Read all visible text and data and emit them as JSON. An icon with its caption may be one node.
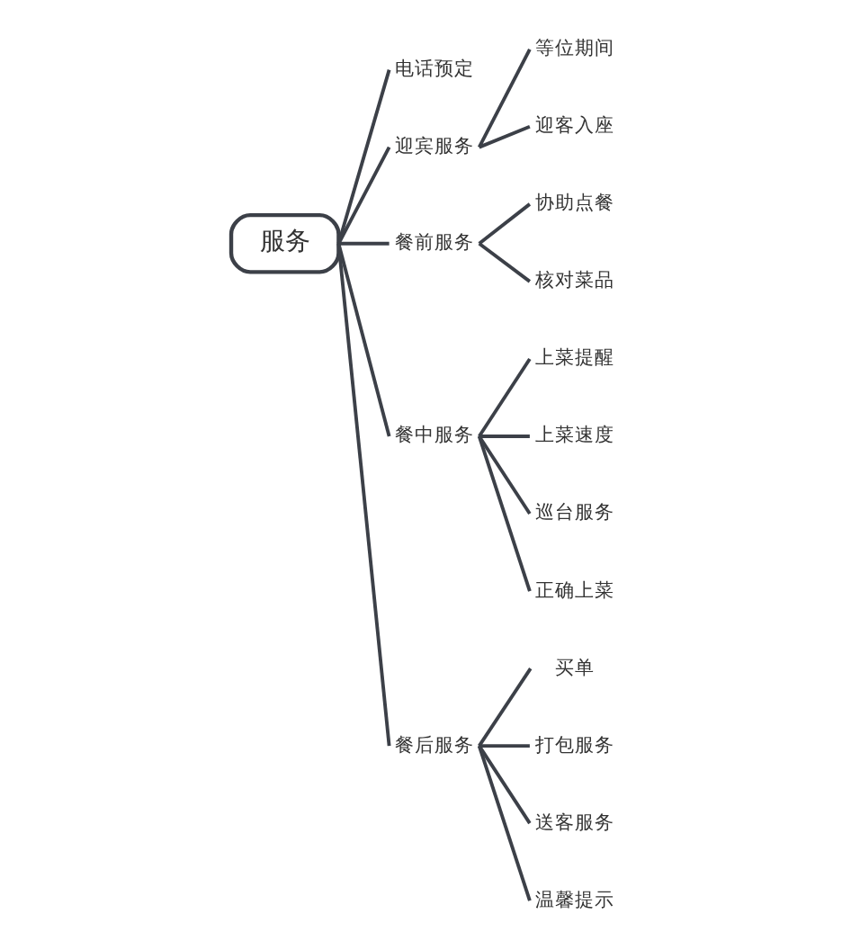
{
  "diagram": {
    "nodes": [
      {
        "text": [
          "服务"
        ]
      },
      {
        "text": [
          "电话预定"
        ]
      },
      {
        "text": [
          "迎宾服务"
        ]
      },
      {
        "text": [
          "等位期间"
        ]
      },
      {
        "text": [
          "迎客入座"
        ]
      },
      {
        "text": [
          "餐前服务"
        ]
      },
      {
        "text": [
          "协助点餐"
        ]
      },
      {
        "text": [
          "核对菜品"
        ]
      },
      {
        "text": [
          "餐中服务"
        ]
      },
      {
        "text": [
          "上菜提醒"
        ]
      },
      {
        "text": [
          "上菜速度"
        ]
      },
      {
        "text": [
          "巡台服务"
        ]
      },
      {
        "text": [
          "正确上菜"
        ]
      },
      {
        "text": [
          "餐后服务"
        ]
      },
      {
        "text": [
          "买单"
        ]
      },
      {
        "text": [
          "打包服务"
        ]
      },
      {
        "text": [
          "送客服务"
        ]
      },
      {
        "text": [
          "温馨提示"
        ]
      }
    ],
    "edges": [
      {
        "from": 0,
        "to": 1,
        "arrow": "none"
      },
      {
        "from": 0,
        "to": 2,
        "arrow": "none"
      },
      {
        "from": 2,
        "to": 3,
        "arrow": "none"
      },
      {
        "from": 2,
        "to": 4,
        "arrow": "none"
      },
      {
        "from": 0,
        "to": 5,
        "arrow": "none"
      },
      {
        "from": 5,
        "to": 6,
        "arrow": "none"
      },
      {
        "from": 5,
        "to": 7,
        "arrow": "none"
      },
      {
        "from": 0,
        "to": 8,
        "arrow": "none"
      },
      {
        "from": 8,
        "to": 9,
        "arrow": "none"
      },
      {
        "from": 8,
        "to": 10,
        "arrow": "none"
      },
      {
        "from": 8,
        "to": 11,
        "arrow": "none"
      },
      {
        "from": 8,
        "to": 12,
        "arrow": "none"
      },
      {
        "from": 0,
        "to": 13,
        "arrow": "none"
      },
      {
        "from": 13,
        "to": 14,
        "arrow": "none"
      },
      {
        "from": 13,
        "to": 15,
        "arrow": "none"
      },
      {
        "from": 13,
        "to": 16,
        "arrow": "none"
      },
      {
        "from": 13,
        "to": 17,
        "arrow": "none"
      }
    ]
  }
}
